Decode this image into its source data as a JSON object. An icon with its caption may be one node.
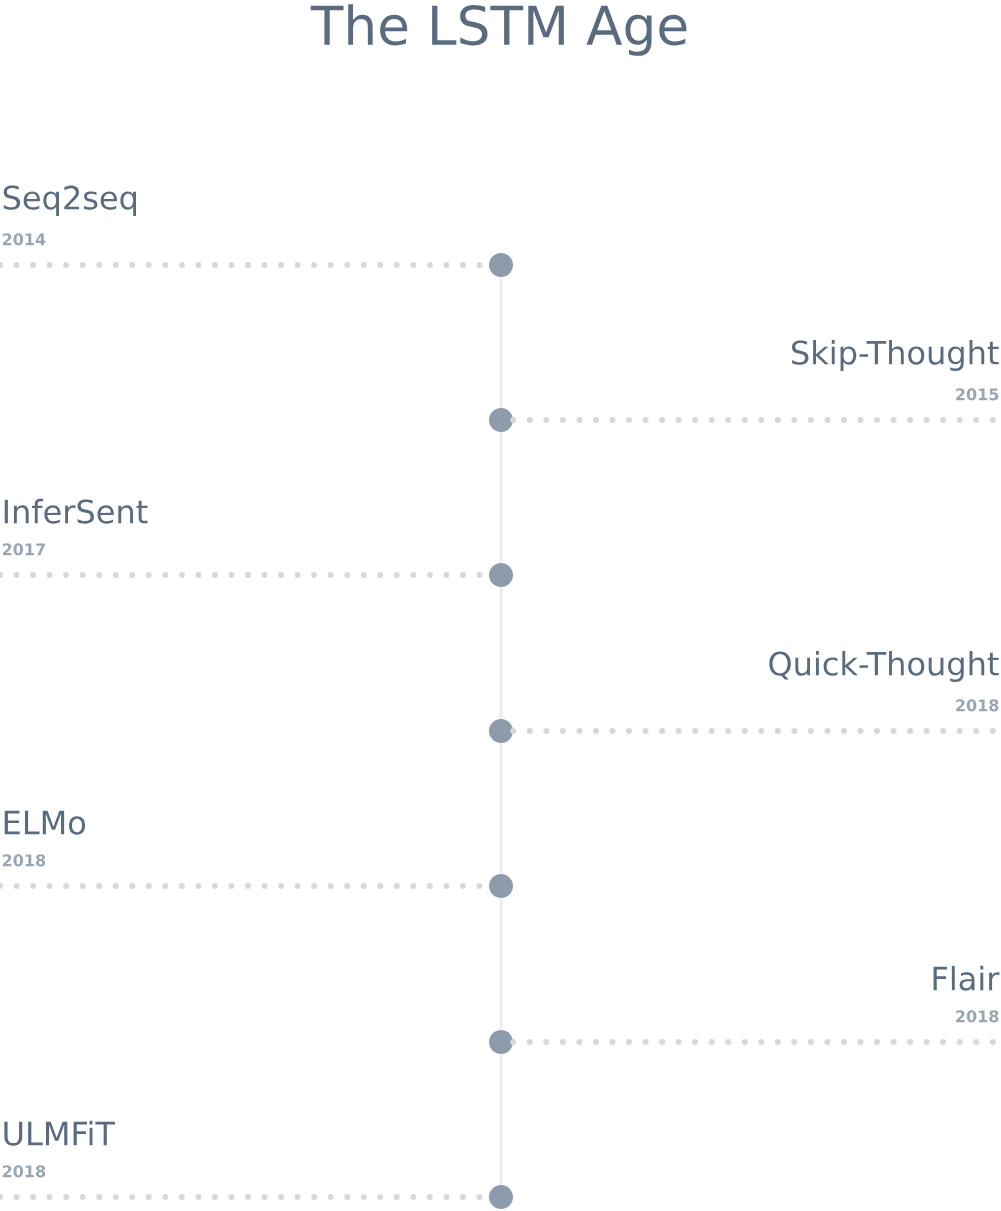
{
  "diagram": {
    "title": "The LSTM Age",
    "nodes": [
      {
        "text": [
          "Seq2seq",
          "2014"
        ]
      },
      {
        "text": [],
        "shape": "circle"
      },
      {
        "text": [
          "Skip-Thought",
          "2015"
        ]
      },
      {
        "text": [],
        "shape": "circle"
      },
      {
        "text": [
          "InferSent",
          "2017"
        ]
      },
      {
        "text": [],
        "shape": "circle"
      },
      {
        "text": [
          "Quick-Thought",
          "2018"
        ]
      },
      {
        "text": [],
        "shape": "circle"
      },
      {
        "text": [
          "ELMo",
          "2018"
        ]
      },
      {
        "text": [],
        "shape": "circle"
      },
      {
        "text": [
          "Flair",
          "2018"
        ]
      },
      {
        "text": [],
        "shape": "circle"
      },
      {
        "text": [
          "ULMFiT",
          "2018"
        ]
      },
      {
        "text": [],
        "shape": "circle"
      }
    ],
    "edges": [
      {
        "from": 0,
        "to": 1,
        "arrow": "none",
        "style": "dashed"
      },
      {
        "from": 2,
        "to": 3,
        "arrow": "none",
        "style": "dashed"
      },
      {
        "from": 4,
        "to": 5,
        "arrow": "none",
        "style": "dashed"
      },
      {
        "from": 6,
        "to": 7,
        "arrow": "none",
        "style": "dashed"
      },
      {
        "from": 8,
        "to": 9,
        "arrow": "none",
        "style": "dashed"
      },
      {
        "from": 10,
        "to": 11,
        "arrow": "none",
        "style": "dashed"
      },
      {
        "from": 12,
        "to": 13,
        "arrow": "none",
        "style": "dashed"
      },
      {
        "from": 1,
        "to": 3,
        "arrow": "none",
        "color": "#eeeeee"
      },
      {
        "from": 3,
        "to": 5,
        "arrow": "none",
        "color": "#eeeeee"
      },
      {
        "from": 5,
        "to": 7,
        "arrow": "none",
        "color": "#eeeeee"
      },
      {
        "from": 7,
        "to": 9,
        "arrow": "none",
        "color": "#eeeeee"
      },
      {
        "from": 9,
        "to": 11,
        "arrow": "none",
        "color": "#eeeeee"
      },
      {
        "from": 11,
        "to": 13,
        "arrow": "none",
        "color": "#eeeeee"
      }
    ]
  }
}
